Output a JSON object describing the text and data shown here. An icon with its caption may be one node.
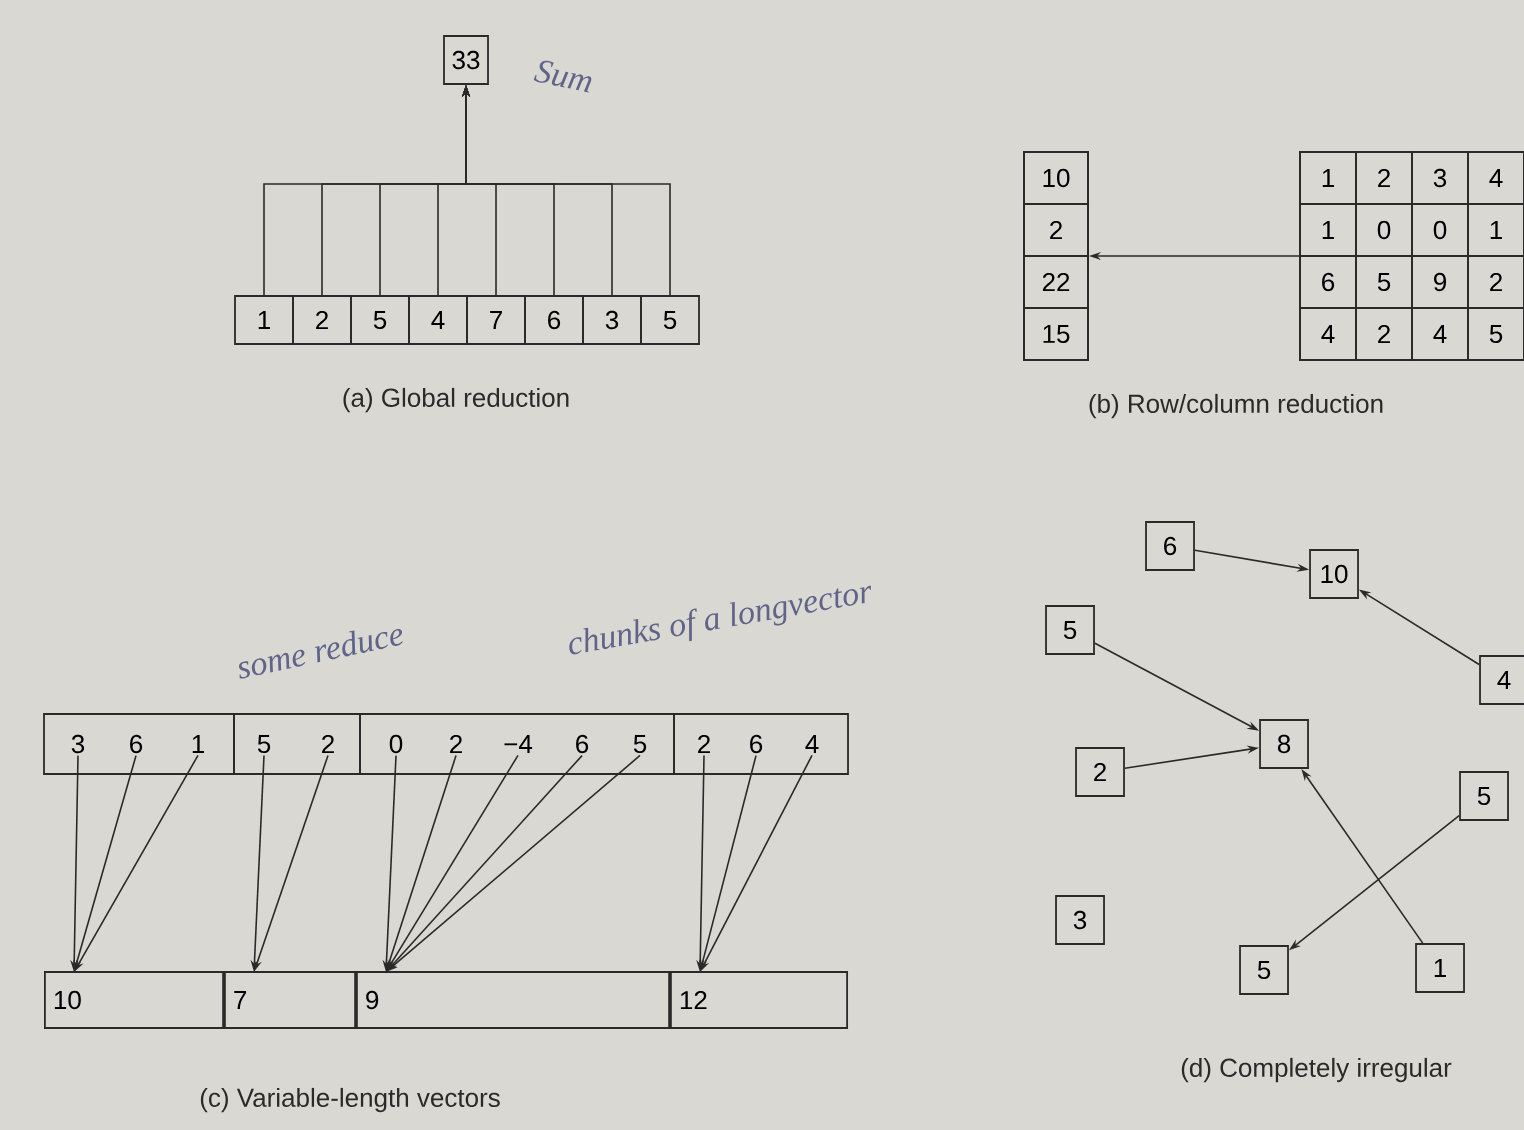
{
  "diagram": {
    "nodes": [
      {
        "text": [
          "33"
        ]
      },
      {
        "text": [
          "1"
        ]
      },
      {
        "text": [
          "2"
        ]
      },
      {
        "text": [
          "5"
        ]
      },
      {
        "text": [
          "4"
        ]
      },
      {
        "text": [
          "7"
        ]
      },
      {
        "text": [
          "6"
        ]
      },
      {
        "text": [
          "3"
        ]
      },
      {
        "text": [
          "5"
        ]
      },
      {
        "text": [],
        "shape": "box"
      },
      {
        "text": [
          "10"
        ],
        "in": 9
      },
      {
        "text": [
          "2"
        ],
        "in": 9
      },
      {
        "text": [
          "22"
        ],
        "in": 9
      },
      {
        "text": [
          "15"
        ],
        "in": 9
      },
      {
        "text": [],
        "shape": "box"
      },
      {
        "text": [
          "1"
        ],
        "in": 14
      },
      {
        "text": [
          "2"
        ],
        "in": 14
      },
      {
        "text": [
          "3"
        ],
        "in": 14
      },
      {
        "text": [
          "4"
        ],
        "in": 14
      },
      {
        "text": [
          "1"
        ],
        "in": 14
      },
      {
        "text": [
          "0"
        ],
        "in": 14
      },
      {
        "text": [
          "0"
        ],
        "in": 14
      },
      {
        "text": [
          "1"
        ],
        "in": 14
      },
      {
        "text": [
          "6"
        ],
        "in": 14
      },
      {
        "text": [
          "5"
        ],
        "in": 14
      },
      {
        "text": [
          "9"
        ],
        "in": 14
      },
      {
        "text": [
          "2"
        ],
        "in": 14
      },
      {
        "text": [
          "4"
        ],
        "in": 14
      },
      {
        "text": [
          "2"
        ],
        "in": 14
      },
      {
        "text": [
          "4"
        ],
        "in": 14
      },
      {
        "text": [
          "5"
        ],
        "in": 14
      },
      {
        "text": [],
        "shape": "box"
      },
      {
        "text": [
          "3"
        ],
        "in": 31
      },
      {
        "text": [
          "6"
        ],
        "in": 31
      },
      {
        "text": [
          "1"
        ],
        "in": 31
      },
      {
        "text": [],
        "shape": "box"
      },
      {
        "text": [
          "5"
        ],
        "in": 35
      },
      {
        "text": [
          "2"
        ],
        "in": 35
      },
      {
        "text": [],
        "shape": "box"
      },
      {
        "text": [
          "0"
        ],
        "in": 38
      },
      {
        "text": [
          "2"
        ],
        "in": 38
      },
      {
        "text": [
          "−4"
        ],
        "in": 38
      },
      {
        "text": [
          "6"
        ],
        "in": 38
      },
      {
        "text": [
          "5"
        ],
        "in": 38
      },
      {
        "text": [],
        "shape": "box"
      },
      {
        "text": [
          "2"
        ],
        "in": 44
      },
      {
        "text": [
          "6"
        ],
        "in": 44
      },
      {
        "text": [
          "4"
        ],
        "in": 44
      },
      {
        "text": [
          "10"
        ]
      },
      {
        "text": [
          "7"
        ]
      },
      {
        "text": [
          "9"
        ]
      },
      {
        "text": [
          "12"
        ]
      },
      {
        "text": [
          "6"
        ]
      },
      {
        "text": [
          "10"
        ]
      },
      {
        "text": [
          "5"
        ]
      },
      {
        "text": [
          "4"
        ]
      },
      {
        "text": [
          "8"
        ]
      },
      {
        "text": [
          "2"
        ]
      },
      {
        "text": [
          "5"
        ]
      },
      {
        "text": [
          "3"
        ]
      },
      {
        "text": [
          "5"
        ]
      },
      {
        "text": [
          "1"
        ]
      }
    ],
    "edges": [
      {
        "from": 1,
        "to": 0,
        "arrow": "to"
      },
      {
        "from": 2,
        "to": 0,
        "arrow": "to"
      },
      {
        "from": 3,
        "to": 0,
        "arrow": "to"
      },
      {
        "from": 4,
        "to": 0,
        "arrow": "to"
      },
      {
        "from": 5,
        "to": 0,
        "arrow": "to"
      },
      {
        "from": 6,
        "to": 0,
        "arrow": "to"
      },
      {
        "from": 7,
        "to": 0,
        "arrow": "to"
      },
      {
        "from": 8,
        "to": 0,
        "arrow": "to"
      },
      {
        "from": 14,
        "to": 9,
        "arrow": "to"
      },
      {
        "from": 32,
        "to": 48,
        "arrow": "to"
      },
      {
        "from": 33,
        "to": 48,
        "arrow": "to"
      },
      {
        "from": 34,
        "to": 48,
        "arrow": "to"
      },
      {
        "from": 36,
        "to": 49,
        "arrow": "to"
      },
      {
        "from": 37,
        "to": 49,
        "arrow": "to"
      },
      {
        "from": 39,
        "to": 50,
        "arrow": "to"
      },
      {
        "from": 40,
        "to": 50,
        "arrow": "to"
      },
      {
        "from": 41,
        "to": 50,
        "arrow": "to"
      },
      {
        "from": 42,
        "to": 50,
        "arrow": "to"
      },
      {
        "from": 43,
        "to": 50,
        "arrow": "to"
      },
      {
        "from": 45,
        "to": 51,
        "arrow": "to"
      },
      {
        "from": 46,
        "to": 51,
        "arrow": "to"
      },
      {
        "from": 47,
        "to": 51,
        "arrow": "to"
      },
      {
        "from": 52,
        "to": 53,
        "arrow": "to"
      },
      {
        "from": 55,
        "to": 53,
        "arrow": "to"
      },
      {
        "from": 54,
        "to": 56,
        "arrow": "to"
      },
      {
        "from": 57,
        "to": 56,
        "arrow": "to"
      },
      {
        "from": 61,
        "to": 56,
        "arrow": "to"
      },
      {
        "from": 58,
        "to": 60,
        "arrow": "to"
      }
    ],
    "labels": [
      "Sum",
      "(a) Global reduction",
      "(b) Row/column reduction",
      "some reduce",
      "chunks of a longvector",
      "(c) Variable-length vectors",
      "(d) Completely irregular"
    ]
  }
}
